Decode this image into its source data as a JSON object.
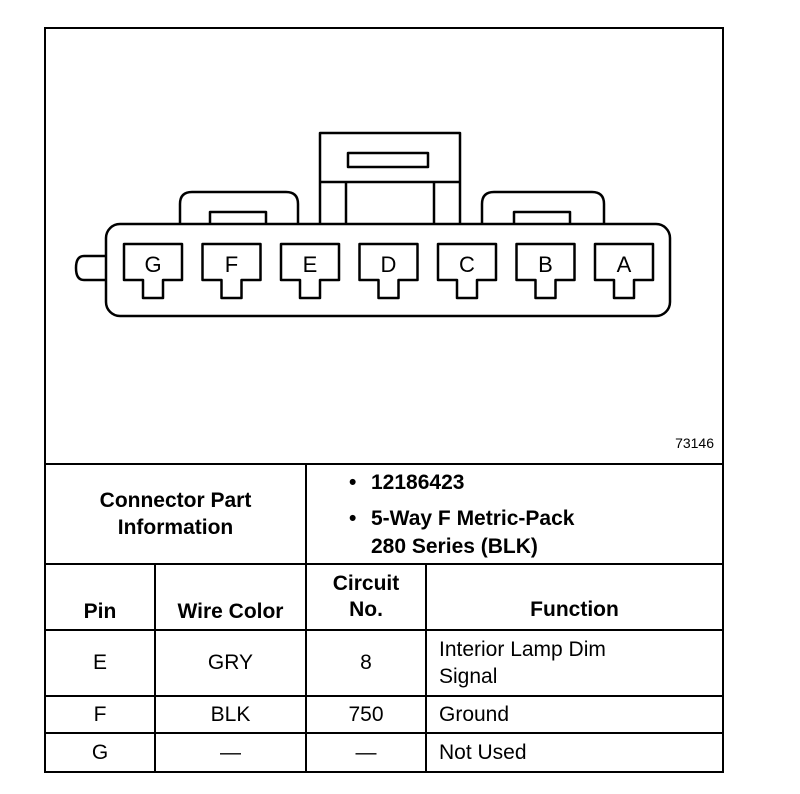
{
  "diagram": {
    "id_label": "73146",
    "pins": [
      "G",
      "F",
      "E",
      "D",
      "C",
      "B",
      "A"
    ]
  },
  "connector_info": {
    "label": "Connector Part Information",
    "part_number": "12186423",
    "description_line1": "5-Way F Metric-Pack",
    "description_line2": "280 Series (BLK)"
  },
  "table": {
    "headers": {
      "pin": "Pin",
      "wire_color": "Wire Color",
      "circuit_line1": "Circuit",
      "circuit_line2": "No.",
      "function": "Function"
    },
    "rows": [
      {
        "pin": "E",
        "wire_color": "GRY",
        "circuit": "8",
        "function_line1": "Interior Lamp Dim",
        "function_line2": "Signal"
      },
      {
        "pin": "F",
        "wire_color": "BLK",
        "circuit": "750",
        "function_line1": "Ground",
        "function_line2": ""
      },
      {
        "pin": "G",
        "wire_color": "—",
        "circuit": "—",
        "function_line1": "Not Used",
        "function_line2": ""
      }
    ]
  }
}
